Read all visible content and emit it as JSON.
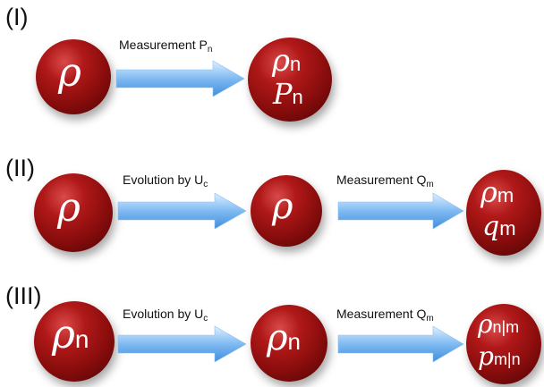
{
  "panels": [
    {
      "label": "(I)",
      "steps": [
        {
          "text": "Measurement P",
          "sub": "n"
        }
      ],
      "states": [
        {
          "lines": [
            {
              "symbol": "ρ",
              "sub": ""
            }
          ]
        },
        {
          "lines": [
            {
              "symbol": "ρ",
              "sub": "n"
            },
            {
              "symbol": "P",
              "sub": "n"
            }
          ]
        }
      ]
    },
    {
      "label": "(II)",
      "steps": [
        {
          "text": "Evolution by U",
          "sub": "c"
        },
        {
          "text": "Measurement Q",
          "sub": "m"
        }
      ],
      "states": [
        {
          "lines": [
            {
              "symbol": "ρ",
              "sub": ""
            }
          ]
        },
        {
          "lines": [
            {
              "symbol": "ρ",
              "sub": "",
              "tilde": true
            }
          ]
        },
        {
          "lines": [
            {
              "symbol": "ρ",
              "sub": "m",
              "tilde": true
            },
            {
              "symbol": "q",
              "sub": "m"
            }
          ]
        }
      ]
    },
    {
      "label": "(III)",
      "steps": [
        {
          "text": "Evolution by U",
          "sub": "c"
        },
        {
          "text": "Measurement Q",
          "sub": "m"
        }
      ],
      "states": [
        {
          "lines": [
            {
              "symbol": "ρ",
              "sub": "n"
            }
          ]
        },
        {
          "lines": [
            {
              "symbol": "ρ",
              "sub": "n",
              "tilde": true
            }
          ]
        },
        {
          "lines": [
            {
              "symbol": "ρ",
              "sub": "n|m",
              "tilde": true
            },
            {
              "symbol": "p",
              "sub": "m|n"
            }
          ]
        }
      ]
    }
  ],
  "colors": {
    "sphere_highlight": "#d94a4a",
    "sphere_base": "#860c0c",
    "arrow_light": "#c9e3fb",
    "arrow_dark": "#3f8fde"
  }
}
